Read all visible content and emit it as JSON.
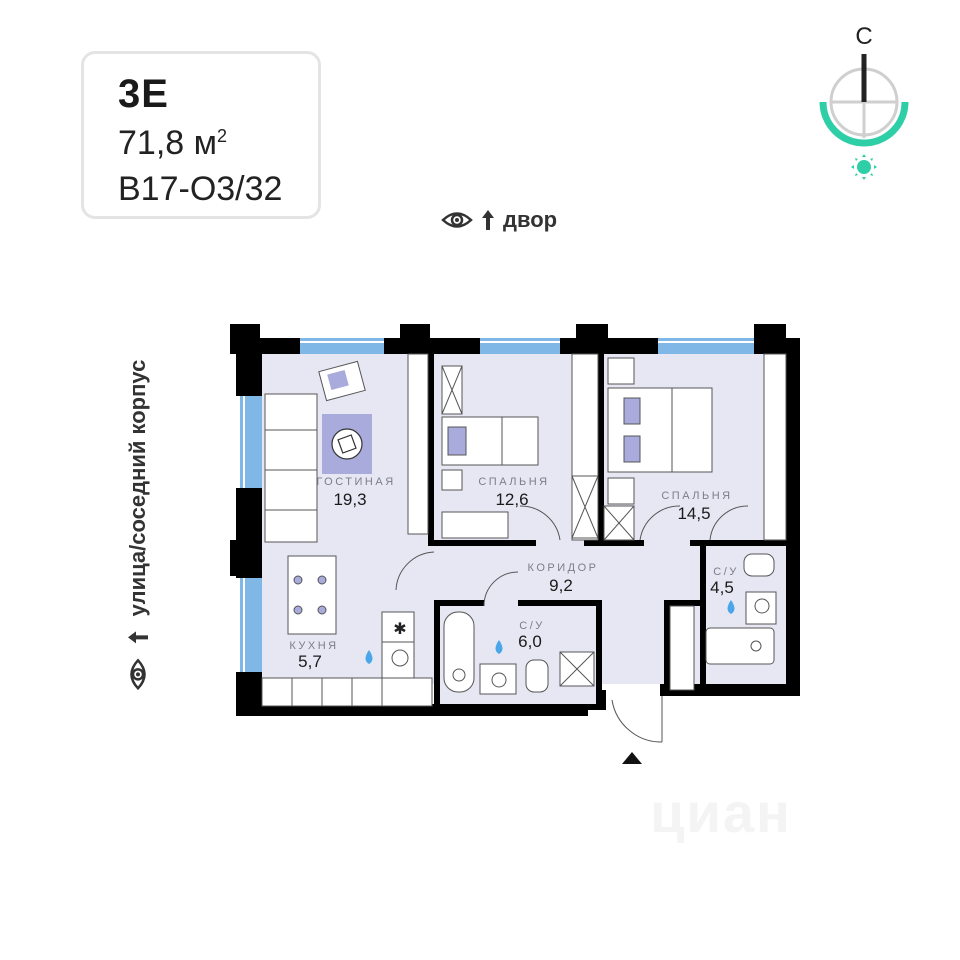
{
  "info_card": {
    "apartment_type": "3Е",
    "area": "71,8 м",
    "area_unit_sup": "2",
    "unit_code": "В17-О3/32"
  },
  "compass": {
    "north_label": "С",
    "sun_icon": "sun-icon",
    "accent_color": "#2ecfa6"
  },
  "views": {
    "top": {
      "icon": "eye-icon",
      "arrow": "arrow-up-icon",
      "label": "двор"
    },
    "left": {
      "icon": "eye-icon",
      "arrow": "arrow-up-icon",
      "label": "улица/соседний корпус"
    }
  },
  "rooms": [
    {
      "name": "ГОСТИНАЯ",
      "area": "19,3"
    },
    {
      "name": "СПАЛЬНЯ",
      "area": "12,6"
    },
    {
      "name": "СПАЛЬНЯ",
      "area": "14,5"
    },
    {
      "name": "КОРИДОР",
      "area": "9,2"
    },
    {
      "name": "КУХНЯ",
      "area": "5,7"
    },
    {
      "name": "С/У",
      "area": "6,0"
    },
    {
      "name": "С/У",
      "area": "4,5"
    }
  ],
  "colors": {
    "room_fill": "#e6e7f3",
    "wall": "#000000",
    "window": "#7fb8e6",
    "furniture_accent": "#a9abdd",
    "water_drop": "#4aa6e8"
  },
  "watermark": "циан"
}
